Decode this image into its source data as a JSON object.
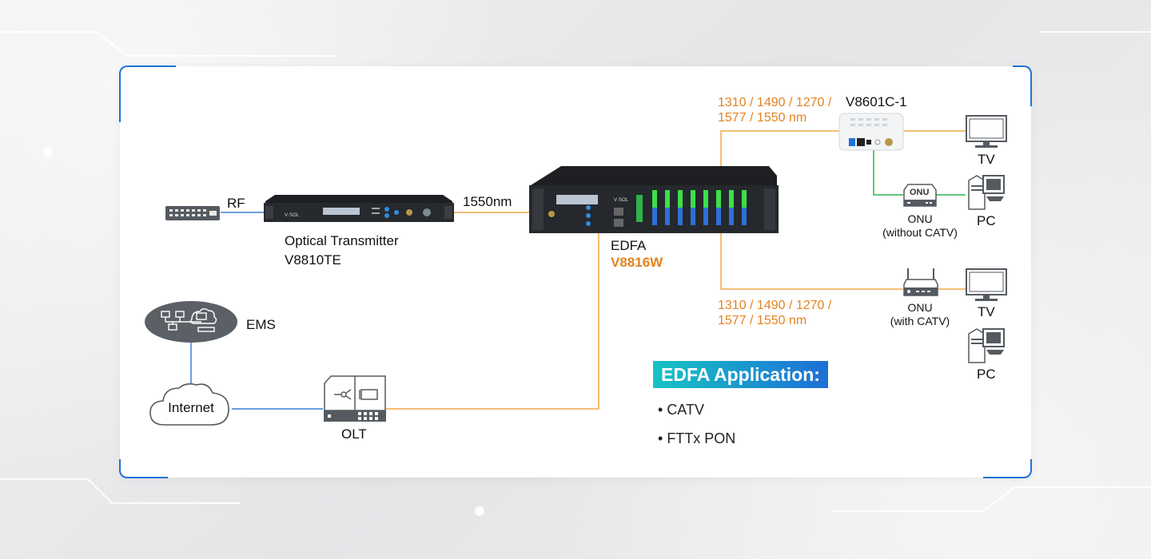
{
  "colors": {
    "accent_blue": "#1e73d8",
    "wire_orange": "#f0a94a",
    "wire_blue": "#3b7fd0",
    "wire_green": "#2fb34a",
    "label_orange": "#e3821e",
    "device_dark": "#1d1f22",
    "icon_gray": "#555a60"
  },
  "labels": {
    "rf": "RF",
    "transmitter_name": "Optical Transmitter",
    "transmitter_model": "V8810TE",
    "wavelength_1550": "1550nm",
    "edfa_name": "EDFA",
    "edfa_model": "V8816W",
    "ems": "EMS",
    "internet": "Internet",
    "olt": "OLT",
    "wavelengths_top_line1": "1310 / 1490 / 1270 /",
    "wavelengths_top_line2": "1577 / 1550 nm",
    "wavelengths_bottom_line1": "1310 / 1490 / 1270 /",
    "wavelengths_bottom_line2": "1577 / 1550 nm",
    "onu_model": "V8601C-1",
    "tv_top": "TV",
    "pc_top": "PC",
    "onu_badge": "ONU",
    "onu_no_catv_line1": "ONU",
    "onu_no_catv_line2": "(without CATV)",
    "onu_catv_line1": "ONU",
    "onu_catv_line2": "(with CATV)",
    "tv_bottom": "TV",
    "pc_bottom": "PC"
  },
  "application": {
    "title": "EDFA Application:",
    "items": [
      "CATV",
      "FTTx PON"
    ]
  },
  "icons": {
    "rf_switch": "network-switch-icon",
    "transmitter": "rack-transmitter-icon",
    "edfa": "rack-edfa-icon",
    "ems": "ems-cloud-network-icon",
    "internet": "cloud-icon",
    "olt": "olt-device-icon",
    "onu_box": "onu-catv-device-icon",
    "onu_small": "onu-box-icon",
    "router": "router-icon",
    "tv": "monitor-icon",
    "pc": "desktop-pc-icon"
  }
}
